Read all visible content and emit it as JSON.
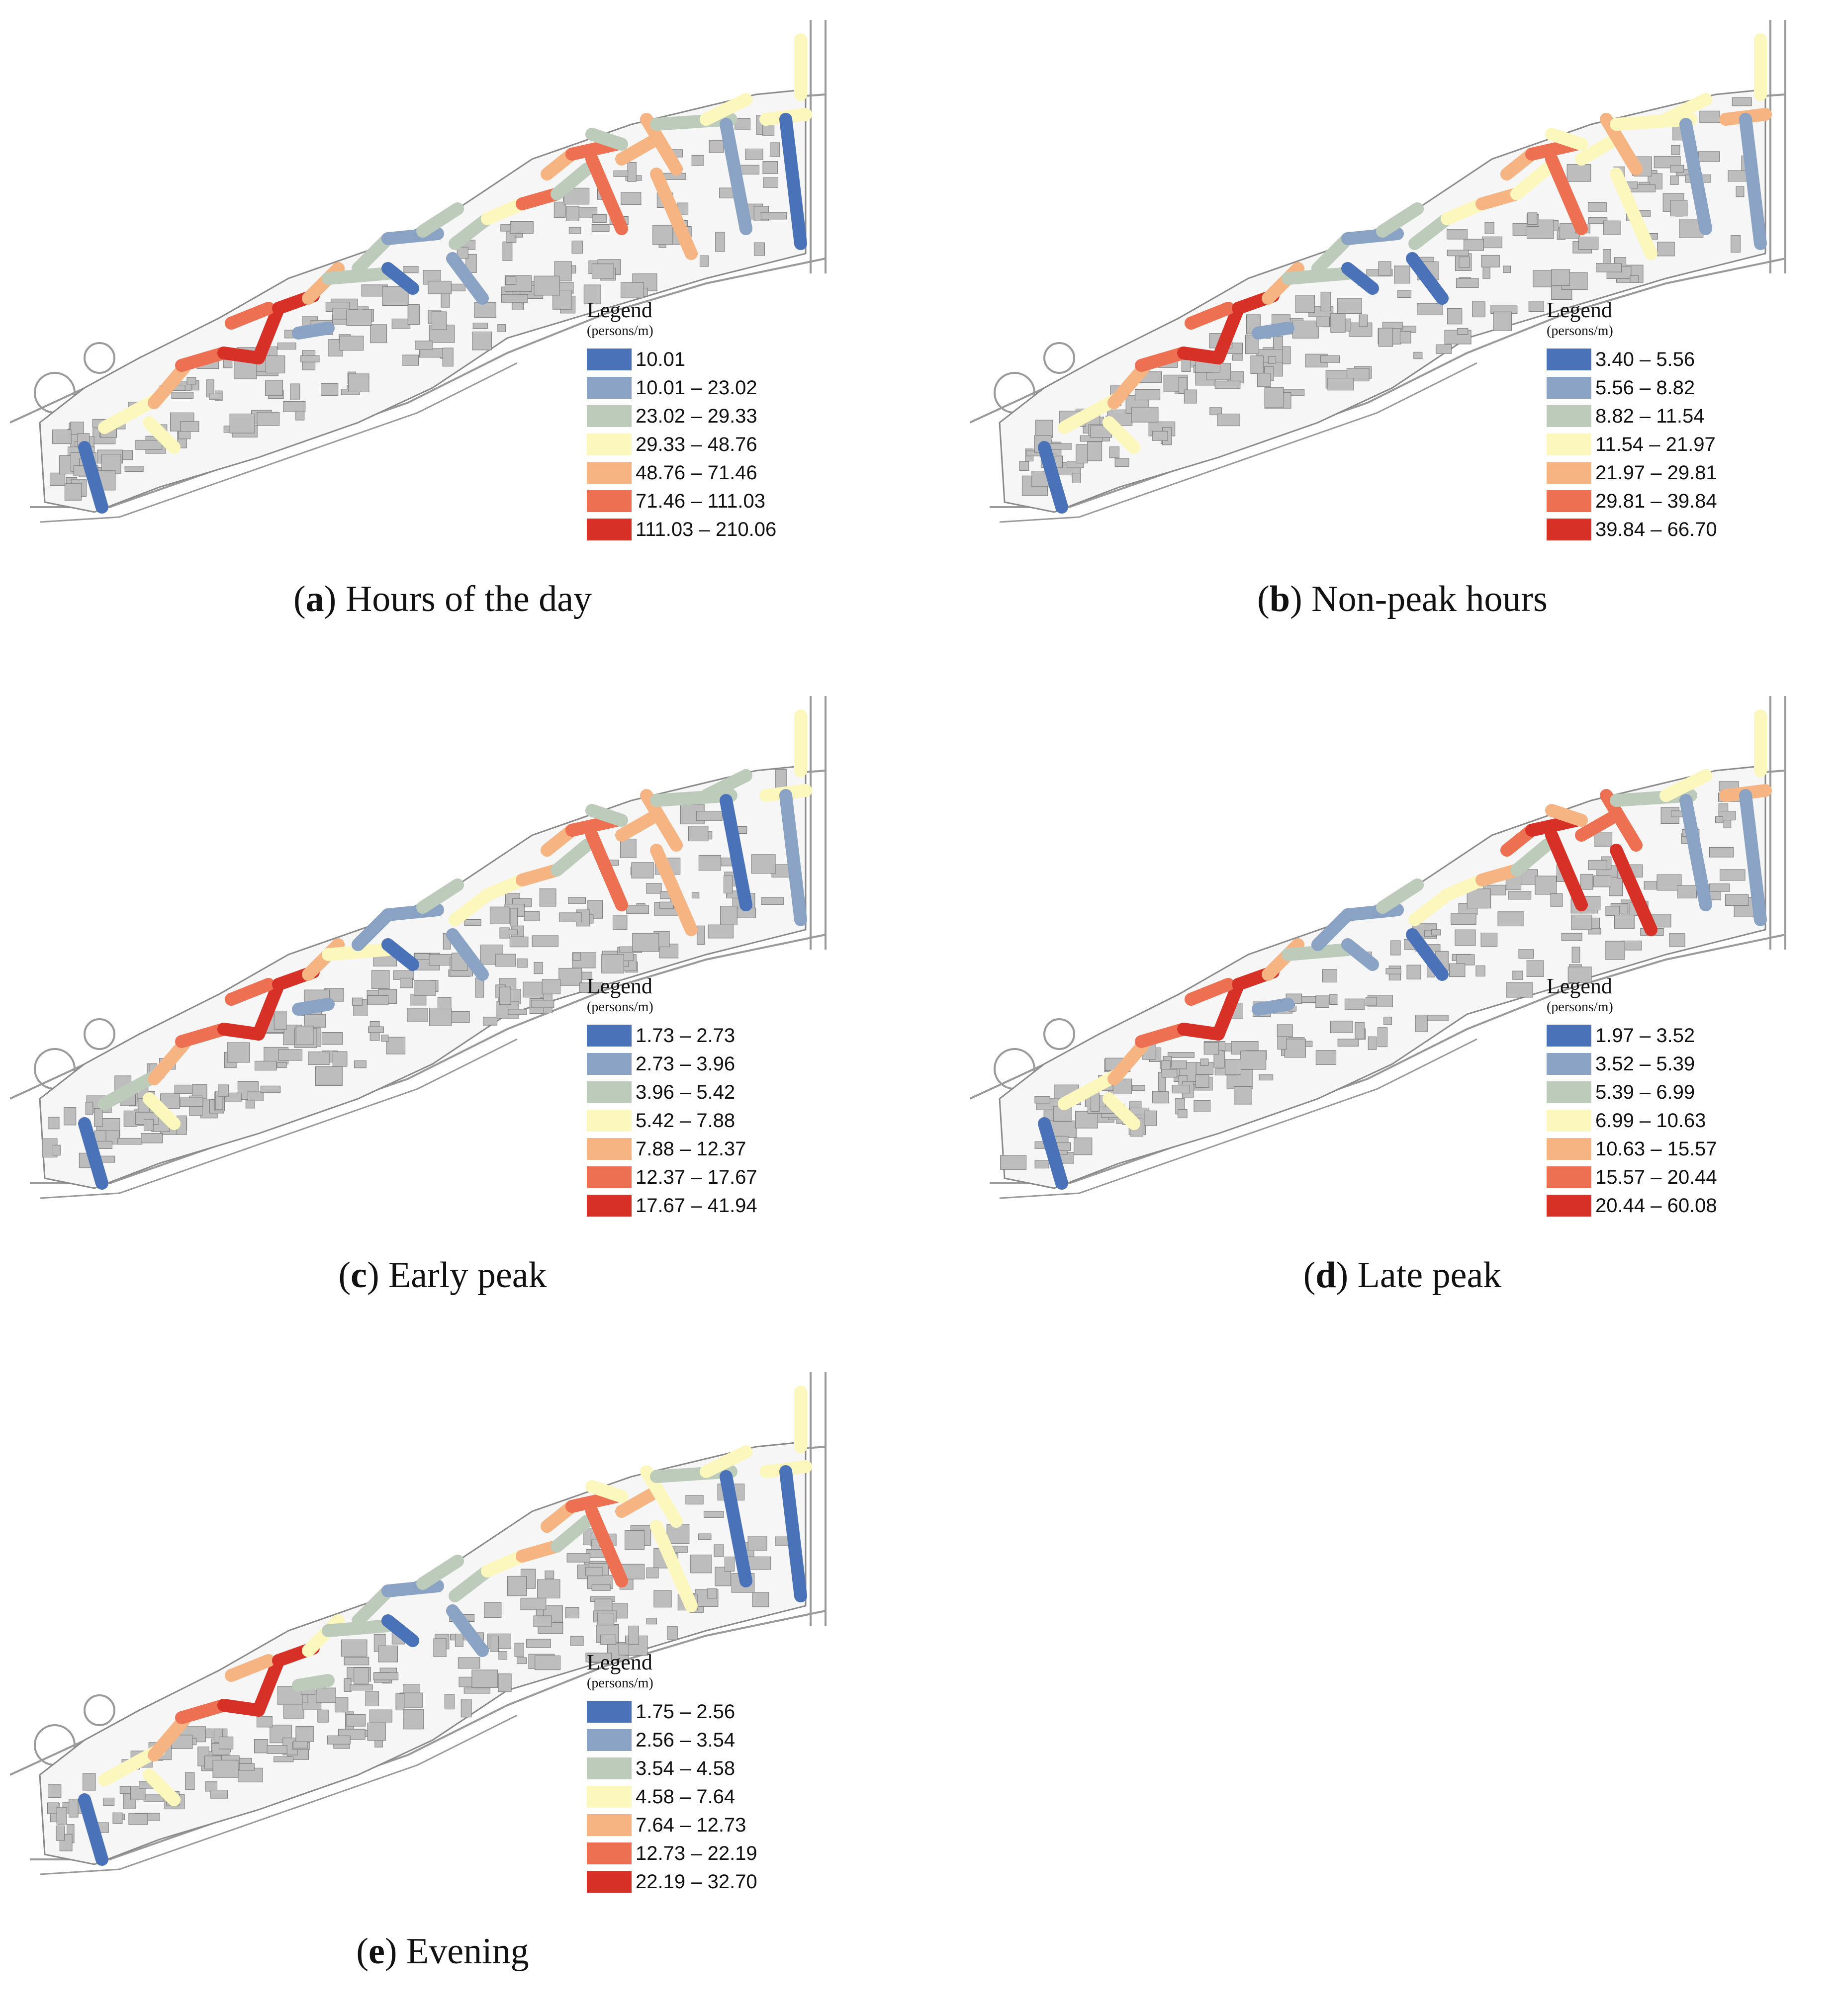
{
  "legend_title": "Legend",
  "legend_unit": "(persons/m)",
  "colors": [
    "#4a72b8",
    "#8aa2c4",
    "#bccbba",
    "#fbf7bd",
    "#f6b483",
    "#ec7051",
    "#d73027"
  ],
  "panels": [
    {
      "letter": "a",
      "caption": "Hours of the day",
      "classes": [
        "10.01",
        "10.01 – 23.02",
        "23.02 – 29.33",
        "29.33 – 48.76",
        "48.76 – 71.46",
        "71.46 – 111.03",
        "111.03 – 210.06"
      ]
    },
    {
      "letter": "b",
      "caption": "Non-peak hours",
      "classes": [
        "3.40 – 5.56",
        "5.56 – 8.82",
        "8.82 – 11.54",
        "11.54 – 21.97",
        "21.97 – 29.81",
        "29.81 – 39.84",
        "39.84 – 66.70"
      ]
    },
    {
      "letter": "c",
      "caption": "Early peak",
      "classes": [
        "1.73 – 2.73",
        "2.73 – 3.96",
        "3.96 – 5.42",
        "5.42 – 7.88",
        "7.88 – 12.37",
        "12.37 – 17.67",
        "17.67 – 41.94"
      ]
    },
    {
      "letter": "d",
      "caption": "Late peak",
      "classes": [
        "1.97 – 3.52",
        "3.52 – 5.39",
        "5.39 – 6.99",
        "6.99 – 10.63",
        "10.63 – 15.57",
        "15.57 – 20.44",
        "20.44 – 60.08"
      ]
    },
    {
      "letter": "e",
      "caption": "Evening",
      "classes": [
        "1.75 – 2.56",
        "2.56 – 3.54",
        "3.54 – 4.58",
        "4.58 – 7.64",
        "7.64 – 12.73",
        "12.73 – 22.19",
        "22.19 – 32.70"
      ]
    }
  ]
}
